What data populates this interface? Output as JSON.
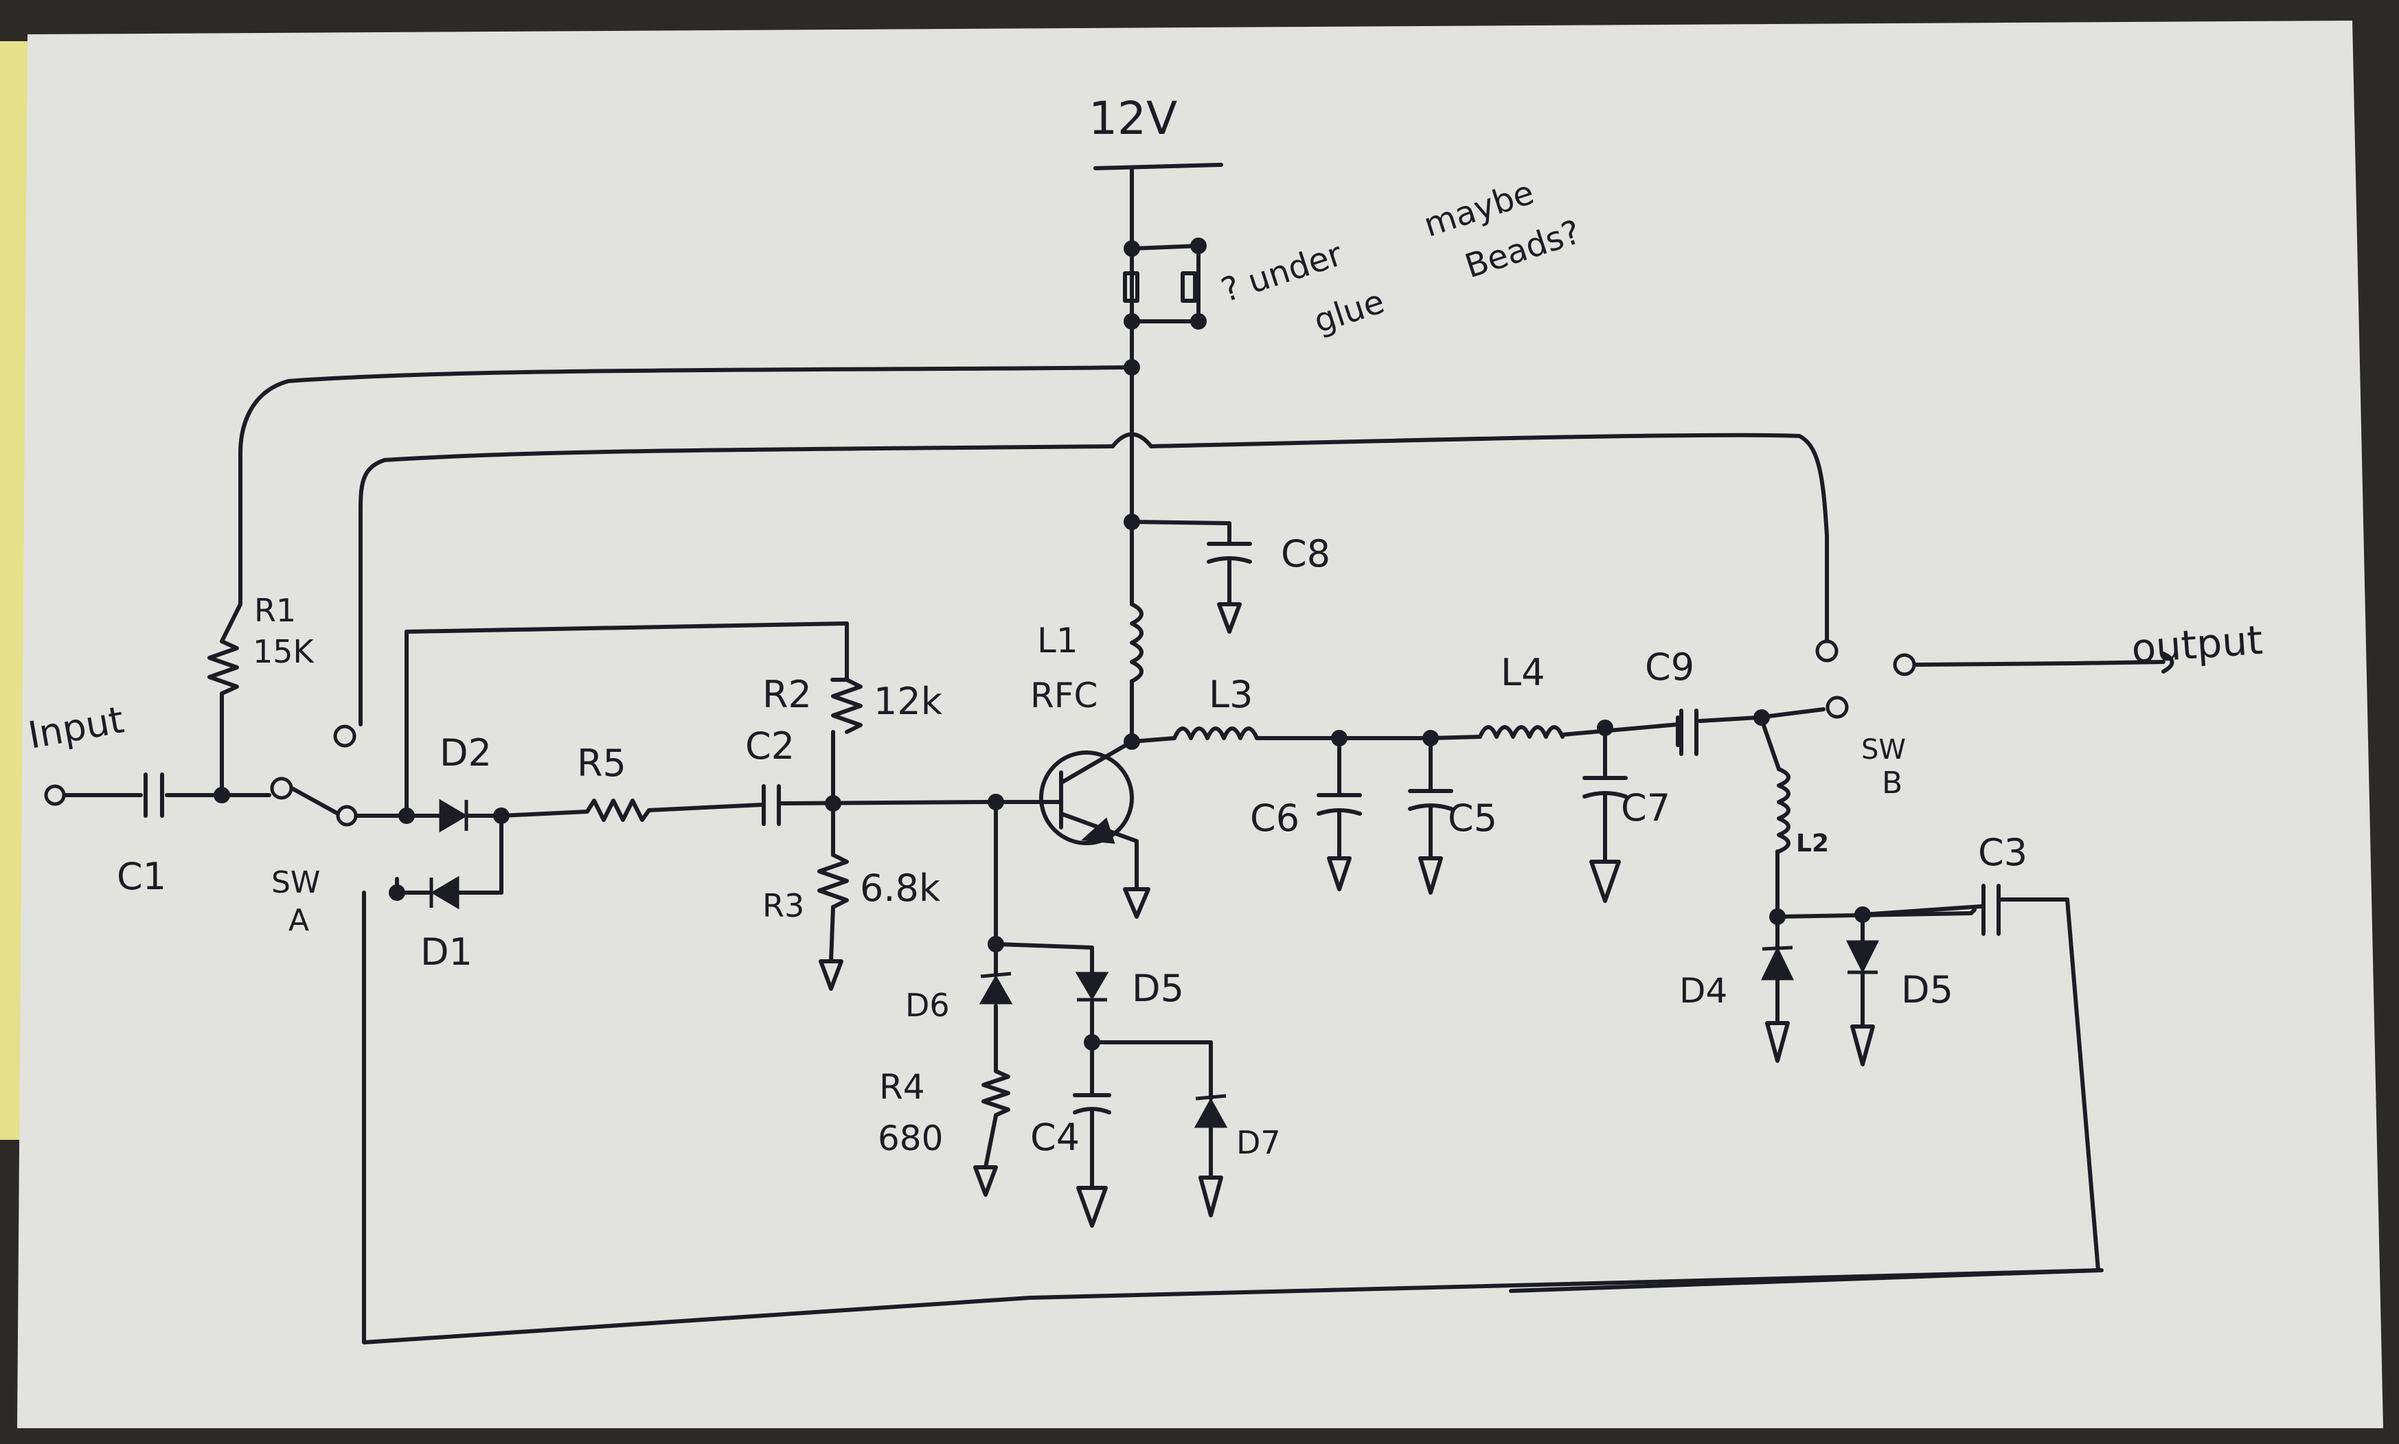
{
  "colors": {
    "paper": "#e2e3de",
    "ink": "#1c1c24",
    "background": "#2b2a27",
    "sticky_note": "#e4e28a"
  },
  "labels": {
    "supply": "12V",
    "note_1": "? under",
    "note_2": "glue",
    "note_3": "maybe",
    "note_4": "Beads?",
    "input": "Input",
    "output": "output",
    "c1": "C1",
    "r1": "R1",
    "r1_value": "15K",
    "sw_a_1": "SW",
    "sw_a_2": "A",
    "d1": "D1",
    "d2": "D2",
    "r5": "R5",
    "c2": "C2",
    "r2": "R2",
    "r2_value": "12k",
    "r3": "R3",
    "r3_value": "6.8k",
    "l1": "L1",
    "l1_type": "RFC",
    "c8": "C8",
    "l3": "L3",
    "l4": "L4",
    "c9": "C9",
    "c6": "C6",
    "c5": "C5",
    "c7": "C7",
    "d6": "D6",
    "d5_left": "D5",
    "r4": "R4",
    "r4_value": "680",
    "c4": "C4",
    "d7": "D7",
    "sw_b_1": "SW",
    "sw_b_2": "B",
    "l2": "L2",
    "c3": "C3",
    "d4": "D4",
    "d5_right": "D5"
  }
}
